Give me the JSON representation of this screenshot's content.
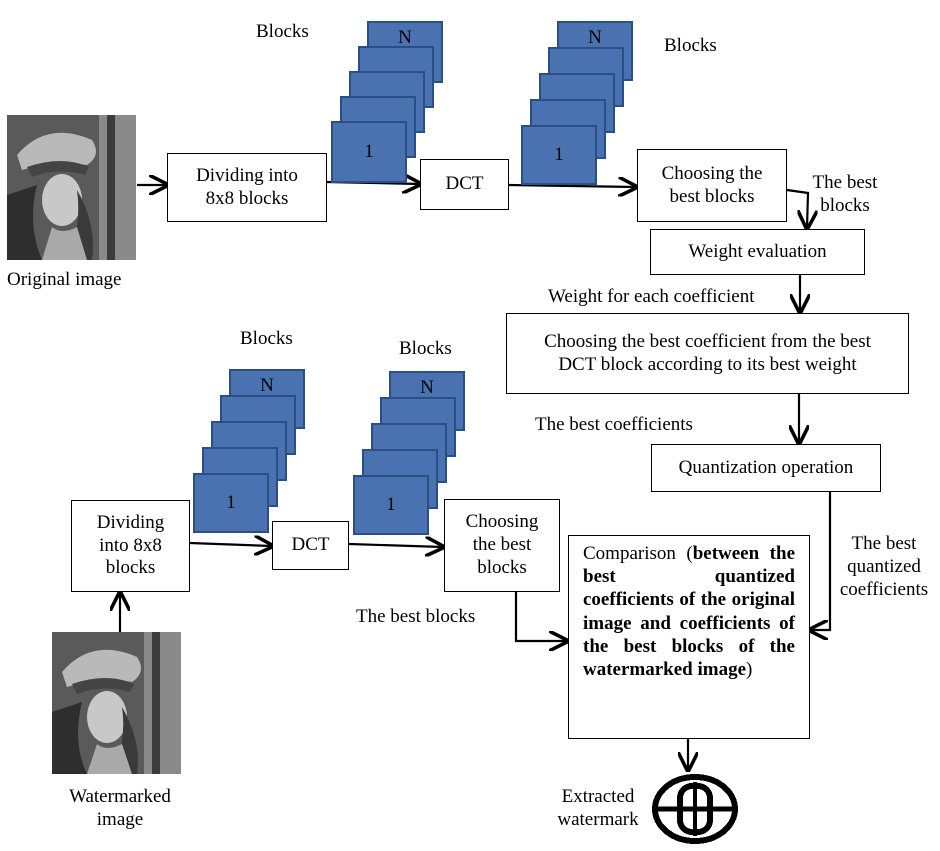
{
  "labels": {
    "blocks_top_left": "Blocks",
    "blocks_top_right": "Blocks",
    "blocks_bottom_left": "Blocks",
    "blocks_bottom_right": "Blocks",
    "original_image": "Original image",
    "watermarked_image_line1": "Watermarked",
    "watermarked_image_line2": "image",
    "best_blocks_top_line1": "The best",
    "best_blocks_top_line2": "blocks",
    "weight_for_each": "Weight for each coefficient",
    "best_coefficients": "The best coefficients",
    "best_quantized_line1": "The best",
    "best_quantized_line2": "quantized",
    "best_quantized_line3": "coefficients",
    "best_blocks_bottom": "The best blocks",
    "extracted_line1": "Extracted",
    "extracted_line2": "watermark"
  },
  "boxes": {
    "divide_top_line1": "Dividing into",
    "divide_top_line2": "8x8 blocks",
    "dct_top": "DCT",
    "choose_top_line1": "Choosing the",
    "choose_top_line2": "best blocks",
    "weight_eval": "Weight evaluation",
    "choose_coef_line1": "Choosing the best coefficient from the best",
    "choose_coef_line2": "DCT block according to its best weight",
    "quantization": "Quantization operation",
    "divide_bottom_line1": "Dividing",
    "divide_bottom_line2": "into 8x8",
    "divide_bottom_line3": "blocks",
    "dct_bottom": "DCT",
    "choose_bottom_line1": "Choosing",
    "choose_bottom_line2": "the best",
    "choose_bottom_line3": "blocks"
  },
  "comparison": {
    "prefix": "Comparison (",
    "bold": "between the best quantized coefficients of the original image and coefficients of the best blocks of the watermarked image",
    "suffix": ")"
  },
  "stacks": {
    "first_label": "1",
    "last_label": "N"
  },
  "colors": {
    "block_fill": "#4a72b0",
    "block_border": "#2a4f86"
  }
}
